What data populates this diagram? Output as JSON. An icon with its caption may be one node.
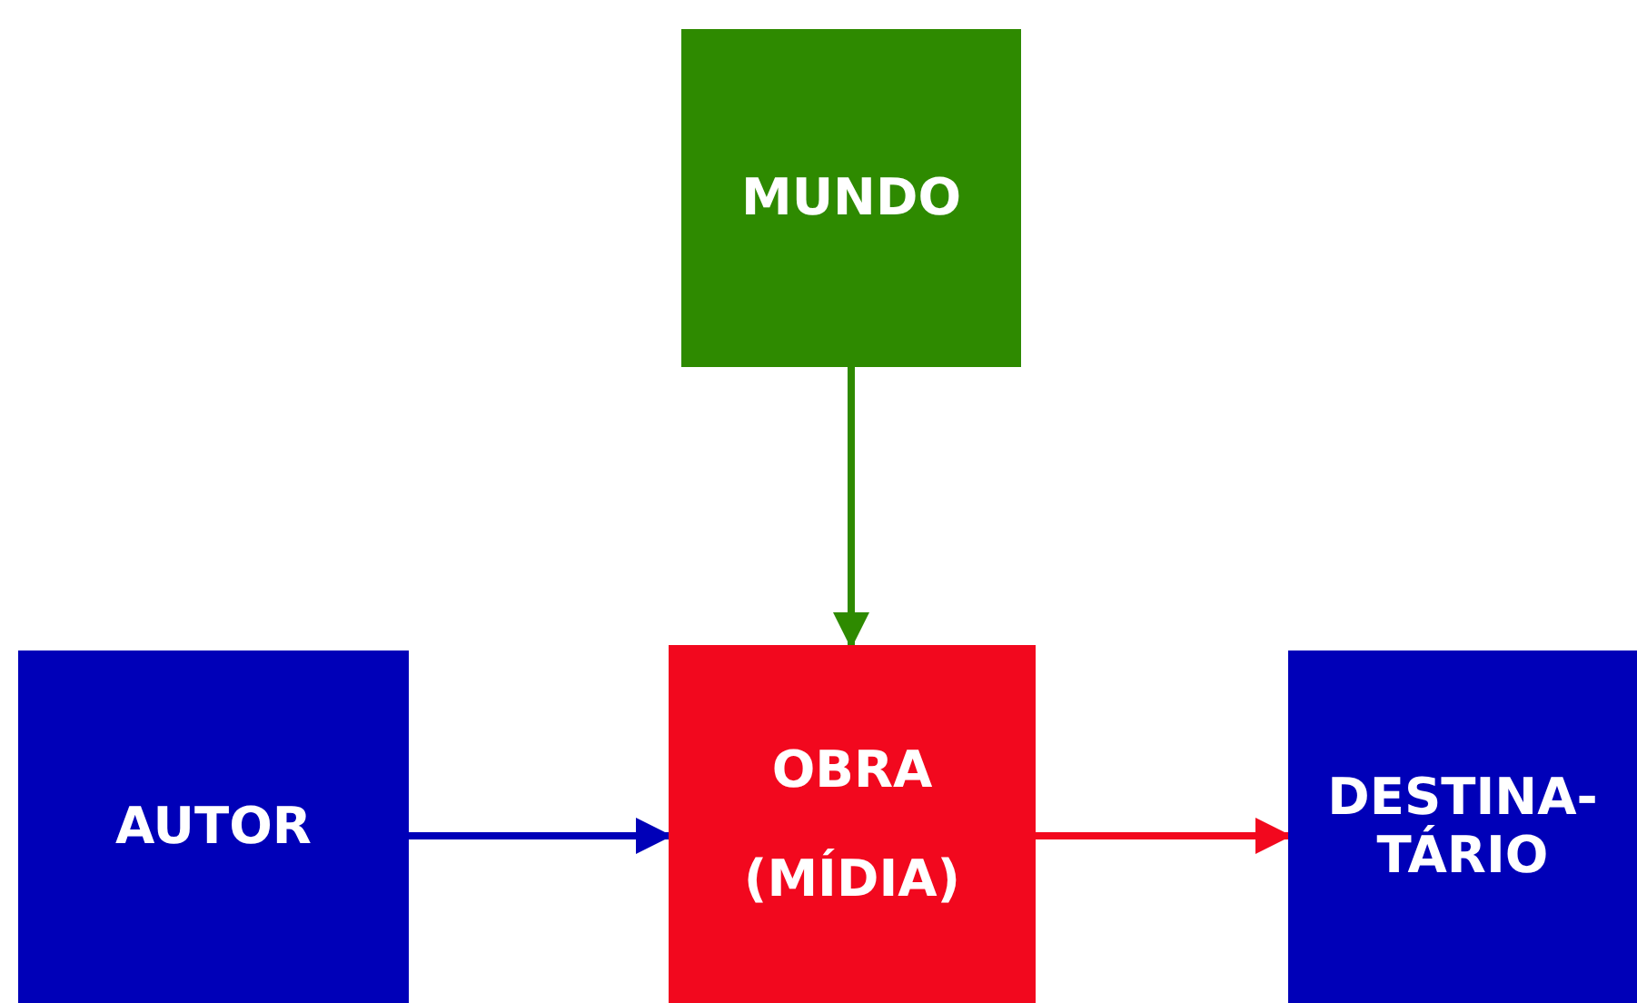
{
  "diagram": {
    "nodes": [
      {
        "text": [
          "MUNDO"
        ]
      },
      {
        "text": [
          "AUTOR"
        ]
      },
      {
        "text": [
          "OBRA",
          "(MÍDIA)"
        ]
      },
      {
        "text": [
          "DESTINA- TÁRIO"
        ]
      }
    ],
    "edges": [
      {
        "from": 0,
        "to": 2,
        "arrow": "to",
        "color": "#2e8a00"
      },
      {
        "from": 1,
        "to": 2,
        "arrow": "to",
        "color": "#0000b8"
      },
      {
        "from": 2,
        "to": 3,
        "arrow": "to",
        "color": "#f2081e"
      }
    ]
  }
}
